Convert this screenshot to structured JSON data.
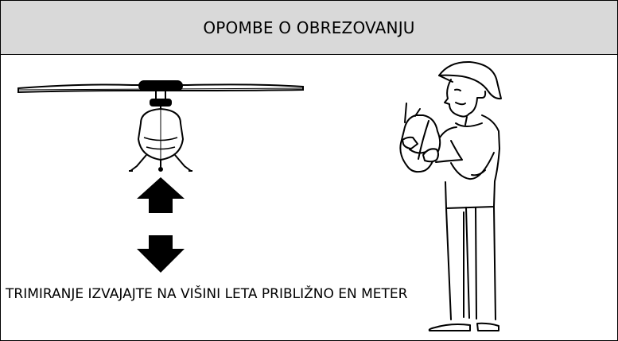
{
  "header": {
    "title": "OPOMBE O OBREZOVANJU"
  },
  "content": {
    "instruction": "TRIMIRANJE IZVAJAJTE NA VIŠINI LETA PRIBLIŽNO EN METER"
  },
  "illustration": {
    "helicopter": "helicopter-icon",
    "arrow_up": "arrow-up-icon",
    "arrow_down": "arrow-down-icon",
    "person": "person-holding-helicopter-illustration"
  },
  "colors": {
    "header_bg": "#d9d9d9",
    "border": "#000000",
    "page_bg": "#ffffff"
  }
}
